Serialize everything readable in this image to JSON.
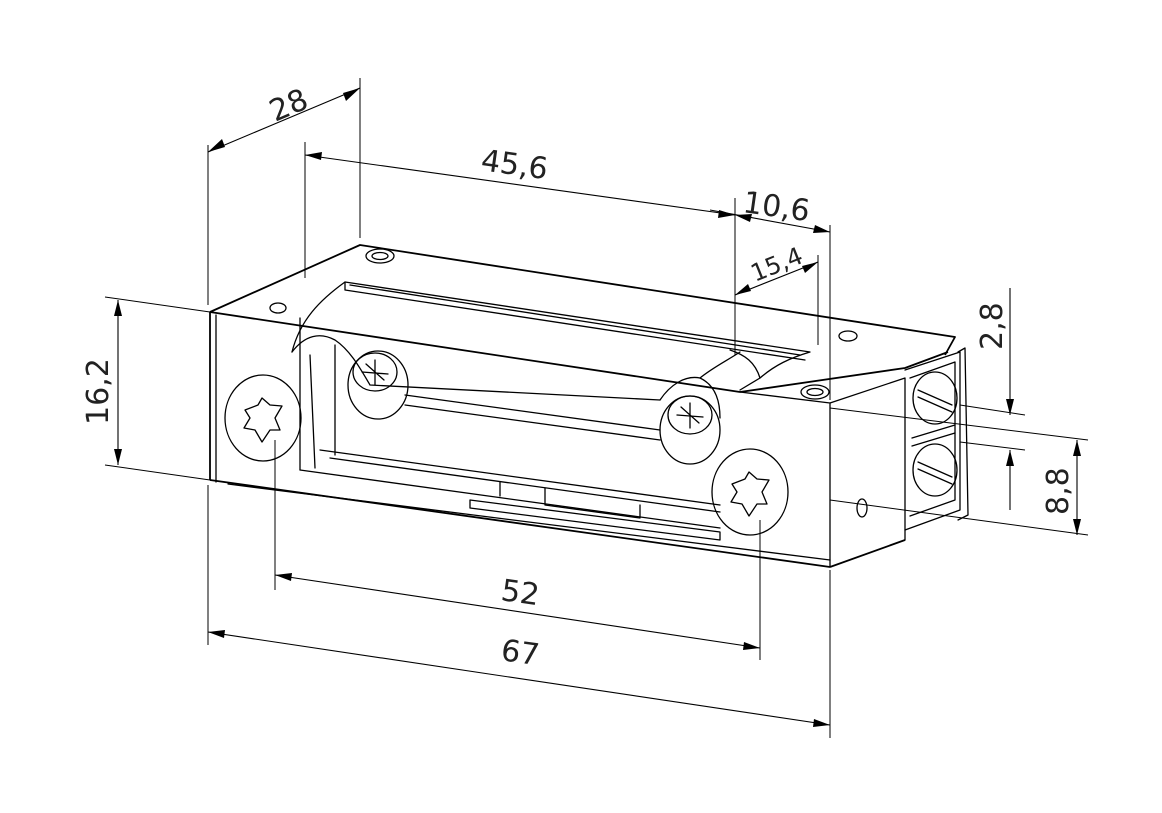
{
  "colors": {
    "line": "#000000",
    "background": "#ffffff",
    "text": "#222222"
  },
  "dimensions": {
    "width_28": "28",
    "length_45_6": "45,6",
    "length_10_6": "10,6",
    "length_15_4": "15,4",
    "height_2_8": "2,8",
    "height_16_2": "16,2",
    "height_8_8": "8,8",
    "hole_spacing_52": "52",
    "overall_length_67": "67"
  }
}
